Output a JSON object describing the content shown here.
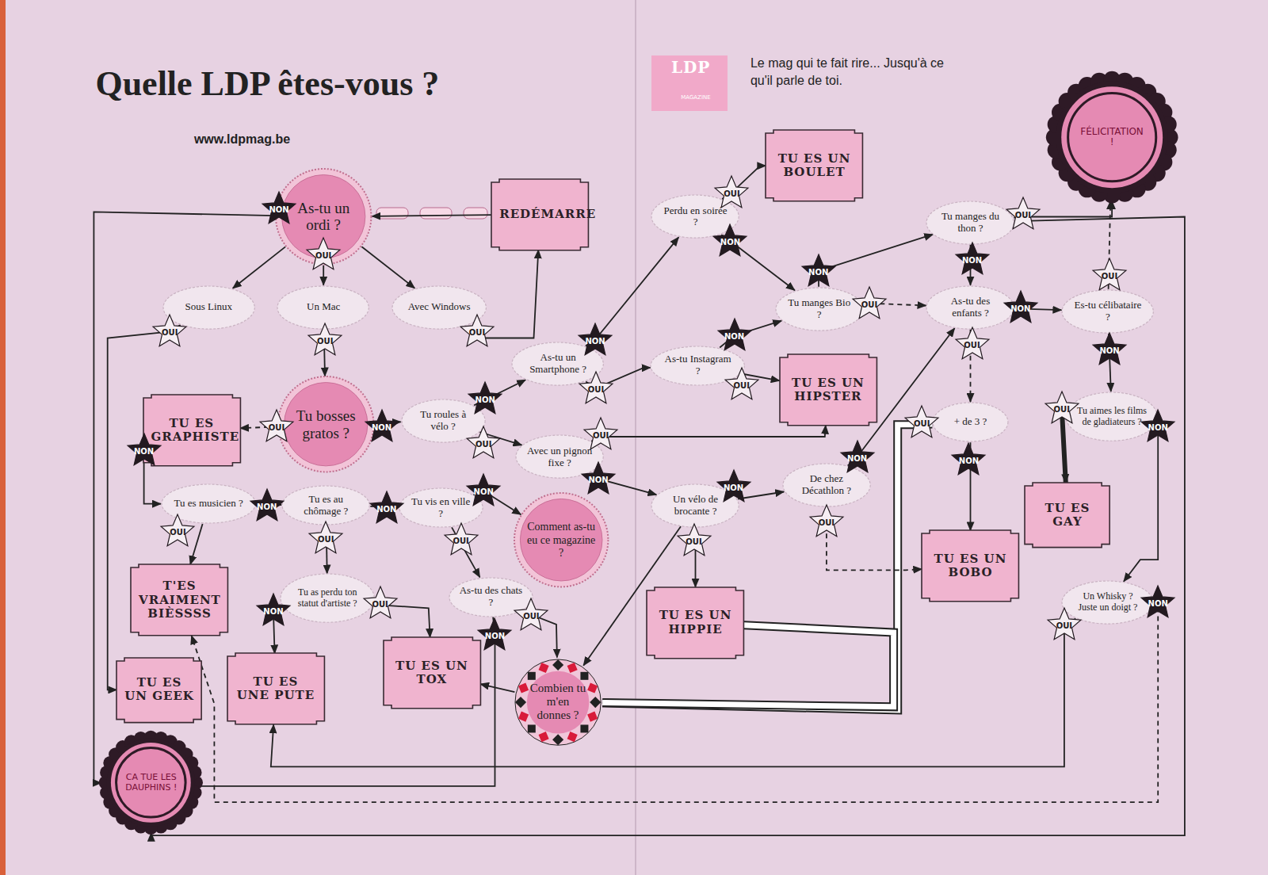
{
  "diagram": {
    "title": "Quelle LDP êtes-vous ?",
    "nodes": [
      {
        "text": [
          "As-tu un ordi ?"
        ]
      },
      {
        "text": [
          "REDÉMARRE"
        ]
      },
      {
        "text": [
          "Sous Linux"
        ]
      },
      {
        "text": [
          "Un Mac"
        ]
      },
      {
        "text": [
          "Avec Windows"
        ]
      },
      {
        "text": [
          "Tu bosses gratos ?"
        ]
      },
      {
        "text": [
          "TU ES GRAPHISTE"
        ]
      },
      {
        "text": [
          "Tu roules à vélo ?"
        ]
      },
      {
        "text": [
          "As-tu un Smartphone ?"
        ]
      },
      {
        "text": [
          "Avec un pignon fixe ?"
        ]
      },
      {
        "text": [
          "Tu es musicien ?"
        ]
      },
      {
        "text": [
          "Tu es au chômage ?"
        ]
      },
      {
        "text": [
          "Tu vis en ville ?"
        ]
      },
      {
        "text": [
          "Comment as-tu eu ce magazine ?"
        ]
      },
      {
        "text": [
          "T'ES VRAIMENT BIÈSSSS"
        ]
      },
      {
        "text": [
          "Tu as perdu ton statut d'artiste ?"
        ]
      },
      {
        "text": [
          "As-tu des chats ?"
        ]
      },
      {
        "text": [
          "TU ES UN GEEK"
        ]
      },
      {
        "text": [
          "TU ES UNE PUTE"
        ]
      },
      {
        "text": [
          "TU ES UN TOX"
        ]
      },
      {
        "text": [
          "Combien tu m'en donnes ?"
        ]
      },
      {
        "text": [
          "CA TUE LES DAUPHINS !"
        ]
      },
      {
        "text": [
          "Perdu en soirée ?"
        ]
      },
      {
        "text": [
          "TU ES UN BOULET"
        ]
      },
      {
        "text": [
          "As-tu Instagram ?"
        ]
      },
      {
        "text": [
          "TU ES UN HIPSTER"
        ]
      },
      {
        "text": [
          "Un vélo de brocante ?"
        ]
      },
      {
        "text": [
          "TU ES UN HIPPIE"
        ]
      },
      {
        "text": [
          "Tu manges Bio ?"
        ]
      },
      {
        "text": [
          "De chez Décathlon ?"
        ]
      },
      {
        "text": [
          "Tu manges du thon ?"
        ]
      },
      {
        "text": [
          "As-tu des enfants ?"
        ]
      },
      {
        "text": [
          "+ de 3 ?"
        ]
      },
      {
        "text": [
          "TU ES UN BOBO"
        ]
      },
      {
        "text": [
          "FÉLICITATION !"
        ]
      },
      {
        "text": [
          "Es-tu célibataire ?"
        ]
      },
      {
        "text": [
          "Tu aimes les films de gladiateurs ?"
        ]
      },
      {
        "text": [
          "TU ES GAY"
        ]
      },
      {
        "text": [
          "Un Whisky ? Juste un doigt ?"
        ]
      }
    ],
    "edges": [
      {
        "from": 1,
        "to": 0,
        "arrow": "to"
      },
      {
        "from": 0,
        "to": 21,
        "label": "NON",
        "arrow": "to"
      },
      {
        "from": 0,
        "to": 2,
        "arrow": "to"
      },
      {
        "from": 0,
        "to": 3,
        "label": "OUI",
        "arrow": "to"
      },
      {
        "from": 0,
        "to": 4,
        "arrow": "to"
      },
      {
        "from": 2,
        "to": 17,
        "label": "OUI",
        "arrow": "to"
      },
      {
        "from": 3,
        "to": 5,
        "label": "OUI",
        "arrow": "to"
      },
      {
        "from": 4,
        "to": 1,
        "label": "OUI",
        "arrow": "to"
      },
      {
        "from": 5,
        "to": 6,
        "label": "OUI",
        "arrow": "to"
      },
      {
        "from": 5,
        "to": 7,
        "label": "NON",
        "arrow": "to"
      },
      {
        "from": 6,
        "to": 10,
        "label": "NON",
        "arrow": "to"
      },
      {
        "from": 7,
        "to": 8,
        "label": "NON",
        "arrow": "to"
      },
      {
        "from": 7,
        "to": 9,
        "label": "OUI",
        "arrow": "to"
      },
      {
        "from": 8,
        "to": 22,
        "label": "NON",
        "arrow": "to"
      },
      {
        "from": 8,
        "to": 24,
        "label": "OUI",
        "arrow": "to"
      },
      {
        "from": 9,
        "to": 25,
        "label": "OUI",
        "arrow": "to"
      },
      {
        "from": 9,
        "to": 26,
        "label": "NON",
        "arrow": "to"
      },
      {
        "from": 10,
        "to": 14,
        "label": "OUI",
        "arrow": "to"
      },
      {
        "from": 10,
        "to": 11,
        "label": "NON",
        "arrow": "to"
      },
      {
        "from": 11,
        "to": 12,
        "label": "NON",
        "arrow": "to"
      },
      {
        "from": 11,
        "to": 15,
        "label": "OUI",
        "arrow": "to"
      },
      {
        "from": 12,
        "to": 16,
        "label": "OUI",
        "arrow": "to"
      },
      {
        "from": 12,
        "to": 13,
        "label": "NON",
        "arrow": "to"
      },
      {
        "from": 15,
        "to": 19,
        "label": "OUI",
        "arrow": "to"
      },
      {
        "from": 15,
        "to": 18,
        "label": "NON",
        "arrow": "to"
      },
      {
        "from": 16,
        "to": 21,
        "label": "NON",
        "arrow": "to"
      },
      {
        "from": 16,
        "to": 20,
        "label": "OUI",
        "arrow": "to"
      },
      {
        "from": 20,
        "to": 19,
        "arrow": "to"
      },
      {
        "from": 26,
        "to": 20,
        "arrow": "to"
      },
      {
        "from": 32,
        "to": 20,
        "label": "OUI",
        "arrow": "to"
      },
      {
        "from": 27,
        "to": 20,
        "arrow": "none"
      },
      {
        "from": 22,
        "to": 23,
        "label": "OUI",
        "arrow": "to"
      },
      {
        "from": 22,
        "to": 28,
        "label": "NON",
        "arrow": "to"
      },
      {
        "from": 24,
        "to": 25,
        "label": "OUI",
        "arrow": "to"
      },
      {
        "from": 24,
        "to": 28,
        "label": "NON",
        "arrow": "to"
      },
      {
        "from": 26,
        "to": 27,
        "label": "OUI",
        "arrow": "to"
      },
      {
        "from": 26,
        "to": 29,
        "label": "NON",
        "arrow": "to"
      },
      {
        "from": 28,
        "to": 30,
        "label": "NON",
        "arrow": "to"
      },
      {
        "from": 28,
        "to": 31,
        "label": "OUI",
        "arrow": "to"
      },
      {
        "from": 29,
        "to": 31,
        "label": "NON",
        "arrow": "to"
      },
      {
        "from": 29,
        "to": 33,
        "label": "OUI",
        "arrow": "to"
      },
      {
        "from": 30,
        "to": 34,
        "label": "OUI",
        "arrow": "to"
      },
      {
        "from": 30,
        "to": 31,
        "label": "NON",
        "arrow": "to"
      },
      {
        "from": 31,
        "to": 35,
        "label": "NON",
        "arrow": "to"
      },
      {
        "from": 31,
        "to": 32,
        "label": "OUI",
        "arrow": "to"
      },
      {
        "from": 32,
        "to": 33,
        "label": "NON",
        "arrow": "to"
      },
      {
        "from": 35,
        "to": 34,
        "label": "OUI",
        "arrow": "to"
      },
      {
        "from": 35,
        "to": 36,
        "label": "NON",
        "arrow": "to"
      },
      {
        "from": 36,
        "to": 37,
        "label": "OUI",
        "arrow": "to"
      },
      {
        "from": 36,
        "to": 38,
        "label": "NON",
        "arrow": "to"
      },
      {
        "from": 38,
        "to": 18,
        "label": "OUI",
        "arrow": "to"
      },
      {
        "from": 38,
        "to": 14,
        "label": "NON",
        "arrow": "to"
      },
      {
        "from": 30,
        "to": 21,
        "arrow": "to"
      }
    ],
    "labels": [
      "www.ldpmag.be",
      "LDP",
      "MAGAZINE",
      "Le mag qui te fait rire... Jusqu'à ce qu'il parle de toi."
    ]
  }
}
